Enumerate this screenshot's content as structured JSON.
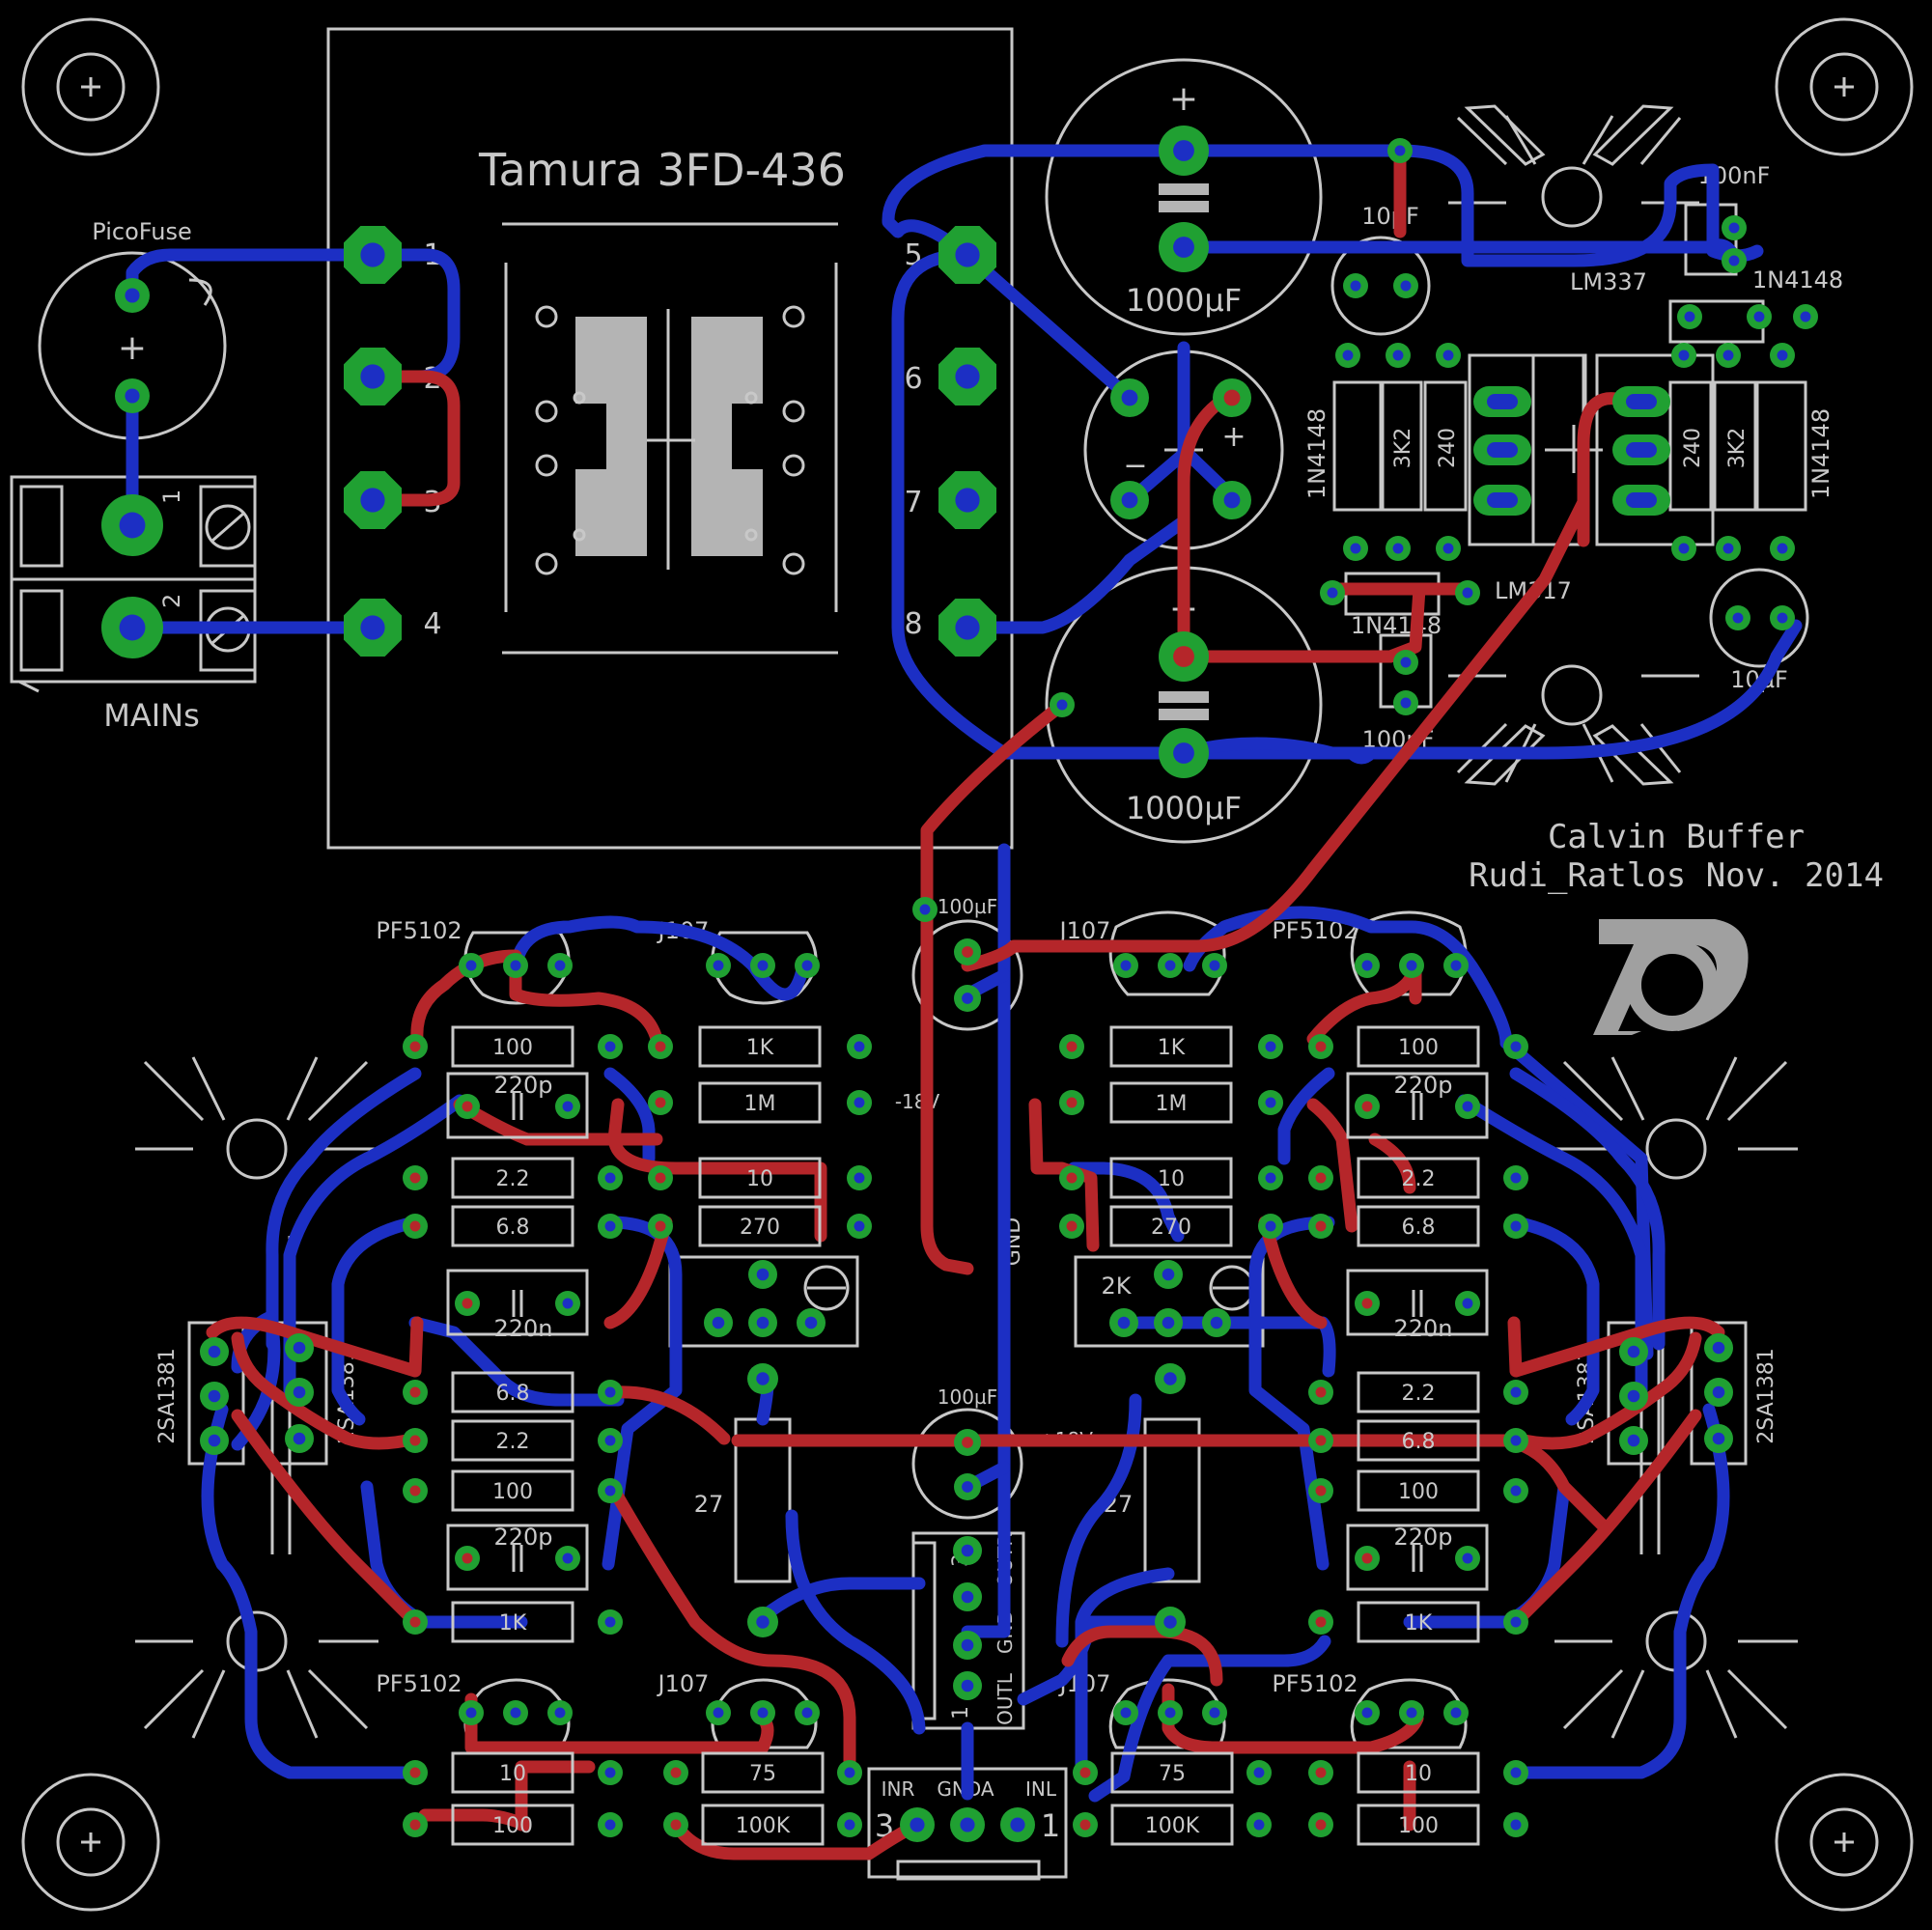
{
  "board": {
    "title": "Calvin Buffer",
    "author": "Rudi_Ratlos Nov. 2014",
    "logo": "R"
  },
  "colors": {
    "background": "#000000",
    "silkscreen": "#c8c8c8",
    "top_copper": "#b5262a",
    "bottom_copper": "#1c2fc4",
    "pad": "#20a032"
  },
  "transformer": {
    "name": "Tamura 3FD-436",
    "pins": [
      "1",
      "2",
      "3",
      "4",
      "5",
      "6",
      "7",
      "8"
    ]
  },
  "fuse": {
    "name": "PicoFuse",
    "plus": "+"
  },
  "mains": {
    "name": "MAINs",
    "pin1": "1",
    "pin2": "2"
  },
  "psu": {
    "cap_top": "1000µF",
    "cap_bottom": "1000µF",
    "cap_plus": "+",
    "cap_minus": "−",
    "small_cap_top": "10µF",
    "small_cap_bottom": "10µF",
    "c100n_top": "100nF",
    "c100n_bottom": "100nF",
    "reg_pos": "LM337",
    "reg_neg": "LM317",
    "diode": "1N4148",
    "r_3k2": "3K2",
    "r_240": "240"
  },
  "amp": {
    "pf5102": "PF5102",
    "j107": "J107",
    "cap_100u": "100µF",
    "r100": "100",
    "r1k": "1K",
    "r1m": "1M",
    "r10": "10",
    "r2_2": "2.2",
    "r6_8": "6.8",
    "r270": "270",
    "r27": "27",
    "r75": "75",
    "r100k": "100K",
    "c220p": "220p",
    "c220n": "220n",
    "trim": "2K",
    "transistor": "2SA1381",
    "rail_neg": "-18V",
    "rail_pos": "+18V",
    "gnd": "GND"
  },
  "connectors": {
    "out_pins": [
      "3",
      "1"
    ],
    "out_labels": [
      "OUTR",
      "GND",
      "OUTL"
    ],
    "in_pins": [
      "3",
      "1"
    ],
    "in_labels": [
      "INR",
      "GNDA",
      "INL"
    ]
  }
}
